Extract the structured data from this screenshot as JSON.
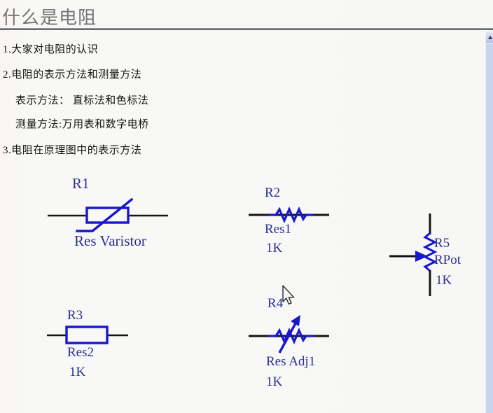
{
  "header": {
    "title": "什么是电阻"
  },
  "outline": {
    "items": [
      {
        "text": "1.大家对电阻的认识"
      },
      {
        "text": "2.电阻的表示方法和测量方法"
      },
      {
        "text": "表示方法： 直标法和色标法"
      },
      {
        "text": "测量方法:万用表和数字电桥"
      },
      {
        "text": "3.电阻在原理图中的表示方法"
      }
    ]
  },
  "schematic": {
    "components": [
      {
        "designator": "R1",
        "comment": "Res Varistor",
        "symbol": "varistor"
      },
      {
        "designator": "R2",
        "comment": "Res1",
        "value": "1K",
        "symbol": "zigzag-resistor"
      },
      {
        "designator": "R3",
        "comment": "Res2",
        "value": "1K",
        "symbol": "box-resistor"
      },
      {
        "designator": "R4",
        "comment": "Res Adj1",
        "value": "1K",
        "symbol": "adjustable-resistor"
      },
      {
        "designator": "R5",
        "comment": "RPot",
        "value": "1K",
        "symbol": "potentiometer"
      }
    ]
  },
  "colors": {
    "symbol_blue": "#1717cf",
    "label_navy": "#2e2e96",
    "wire_black": "#141414",
    "title_gray": "#757575",
    "rule_gray": "#63676d",
    "scrollbar_track": "#c9d2ee"
  }
}
